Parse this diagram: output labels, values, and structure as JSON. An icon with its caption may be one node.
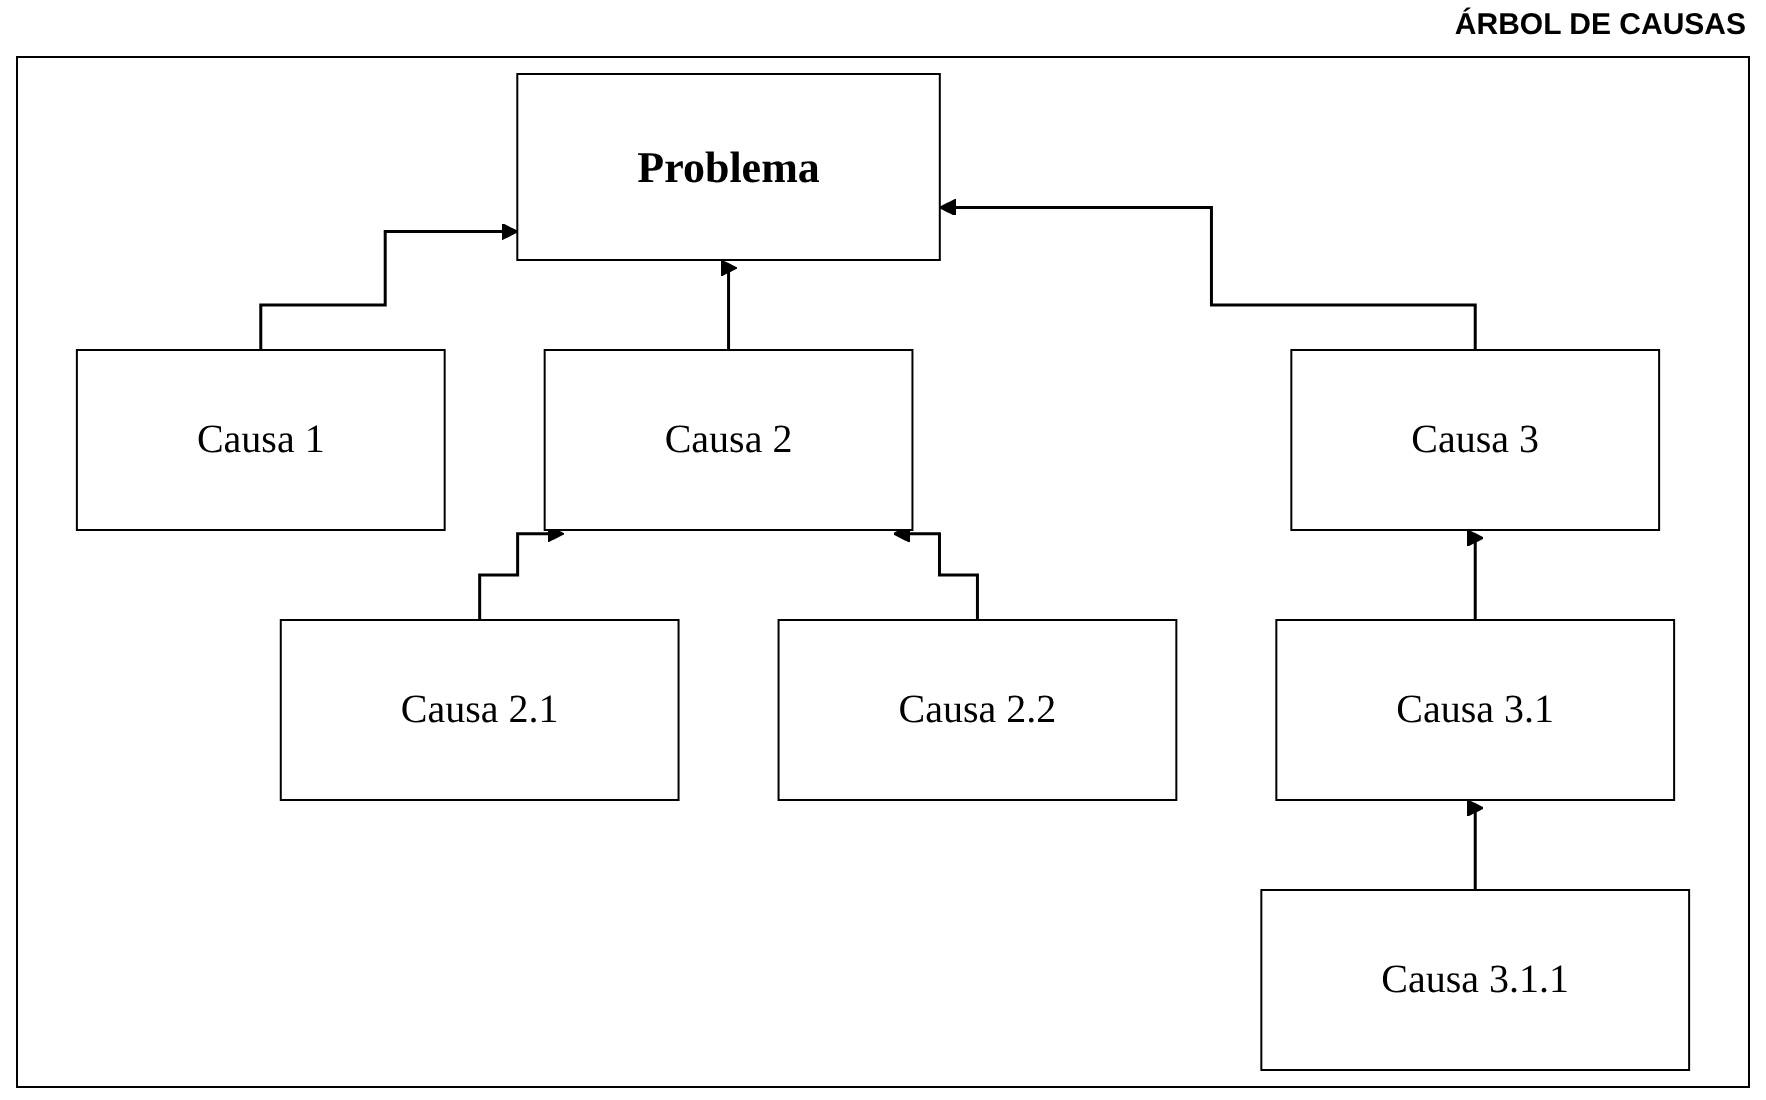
{
  "diagram": {
    "title": "ÁRBOL DE CAUSAS",
    "nodes": [
      {
        "text": [
          "Problema"
        ]
      },
      {
        "text": [
          "Causa 1"
        ]
      },
      {
        "text": [
          "Causa 2"
        ]
      },
      {
        "text": [
          "Causa 3"
        ]
      },
      {
        "text": [
          "Causa 2.1"
        ]
      },
      {
        "text": [
          "Causa 2.2"
        ]
      },
      {
        "text": [
          "Causa 3.1"
        ]
      },
      {
        "text": [
          "Causa 3.1.1"
        ]
      }
    ],
    "edges": [
      {
        "from": 1,
        "to": 0,
        "arrow": "to"
      },
      {
        "from": 2,
        "to": 0,
        "arrow": "to"
      },
      {
        "from": 3,
        "to": 0,
        "arrow": "to"
      },
      {
        "from": 4,
        "to": 2,
        "arrow": "to"
      },
      {
        "from": 5,
        "to": 2,
        "arrow": "to"
      },
      {
        "from": 6,
        "to": 3,
        "arrow": "to"
      },
      {
        "from": 7,
        "to": 6,
        "arrow": "to"
      }
    ]
  }
}
